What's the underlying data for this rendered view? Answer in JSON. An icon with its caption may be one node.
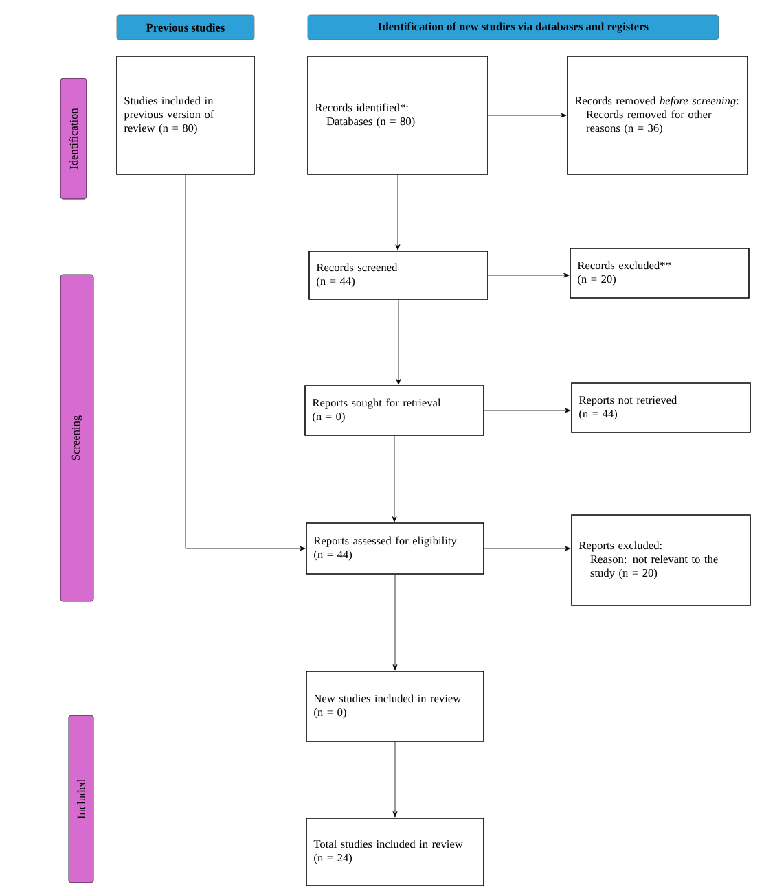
{
  "diagram": {
    "nodes": [
      {
        "text": [
          "Previous studies"
        ]
      },
      {
        "text": [
          "Identification of new studies via databases and registers"
        ]
      },
      {
        "text": [
          "Identification"
        ]
      },
      {
        "text": [
          "Screening"
        ]
      },
      {
        "text": [
          "Included"
        ]
      },
      {
        "text": [
          "Studies included in previous version of review (n = 80)"
        ]
      },
      {
        "text": [
          "Records identified*:",
          "Databases (n = 80)"
        ]
      },
      {
        "text": [
          "Records removed *before screening*:",
          "Records removed for other reasons (n = 36)"
        ]
      },
      {
        "text": [
          "Records screened",
          "(n = 44)"
        ]
      },
      {
        "text": [
          "Records excluded**",
          "(n = 20)"
        ]
      },
      {
        "text": [
          "Reports sought for retrieval",
          "(n = 0)"
        ]
      },
      {
        "text": [
          "Reports not retrieved",
          "(n = 44)"
        ]
      },
      {
        "text": [
          "Reports assessed for eligibility",
          "(n = 44)"
        ]
      },
      {
        "text": [
          "Reports excluded:",
          "Reason: not relevant to the study (n = 20)"
        ]
      },
      {
        "text": [
          "New studies included in review",
          "(n = 0)"
        ]
      },
      {
        "text": [
          "Total studies included in review",
          "(n = 24)"
        ]
      }
    ],
    "edges": [
      {
        "from": 6,
        "to": 7,
        "arrow": "to"
      },
      {
        "from": 6,
        "to": 8,
        "arrow": "to"
      },
      {
        "from": 8,
        "to": 9,
        "arrow": "to"
      },
      {
        "from": 8,
        "to": 10,
        "arrow": "to"
      },
      {
        "from": 10,
        "to": 11,
        "arrow": "to"
      },
      {
        "from": 10,
        "to": 12,
        "arrow": "to"
      },
      {
        "from": 12,
        "to": 13,
        "arrow": "to"
      },
      {
        "from": 5,
        "to": 12,
        "arrow": "to"
      },
      {
        "from": 12,
        "to": 14,
        "arrow": "to"
      },
      {
        "from": 14,
        "to": 15,
        "arrow": "to"
      }
    ]
  }
}
